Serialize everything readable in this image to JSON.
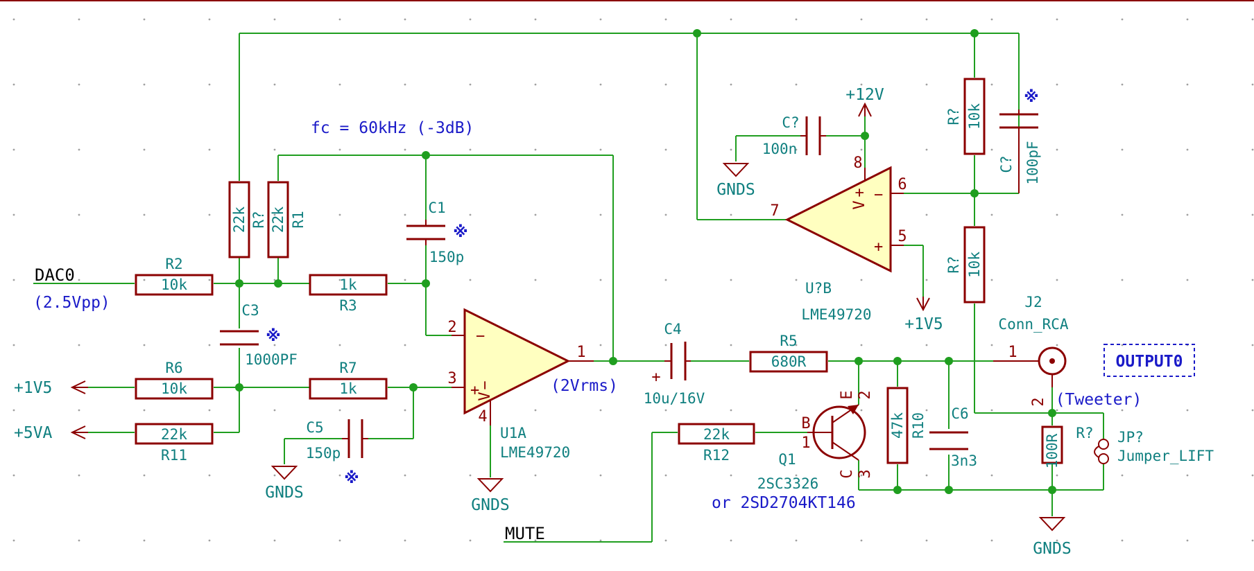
{
  "schematic": {
    "nets": {
      "dac": "DAC0",
      "mute": "MUTE"
    },
    "power": {
      "v1v5_left": "+1V5",
      "v5va": "+5VA",
      "v12": "+12V",
      "v1v5_right": "+1V5",
      "gnds_c5": "GNDS",
      "gnds_u1": "GNDS",
      "gnds_cbyp": "GNDS",
      "gnds_out": "GNDS"
    },
    "notes": {
      "fc": "fc = 60kHz (-3dB)",
      "dac_level": "(2.5Vpp)",
      "out_level": "(2Vrms)",
      "tweeter": "(Tweeter)",
      "alt_part": "or 2SD2704KT146",
      "mark": "※"
    },
    "hier_label": "OUTPUT0",
    "resistors": {
      "r2": {
        "ref": "R2",
        "val": "10k"
      },
      "r3": {
        "ref": "R3",
        "val": "1k"
      },
      "r6": {
        "ref": "R6",
        "val": "10k"
      },
      "r7": {
        "ref": "R7",
        "val": "1k"
      },
      "r11": {
        "ref": "R11",
        "val": "22k"
      },
      "r_a": {
        "ref": "",
        "val": "22k"
      },
      "r1": {
        "ref": "R1",
        "ref2": "R?",
        "val": "22k"
      },
      "r5": {
        "ref": "R5",
        "val": "680R"
      },
      "r12": {
        "ref": "R12",
        "val": "22k"
      },
      "r10": {
        "ref": "R10",
        "val": "47k"
      },
      "rtop": {
        "ref": "R?",
        "val": "10k"
      },
      "rmid": {
        "ref": "R?",
        "val": "10k"
      },
      "rout": {
        "ref": "R?",
        "val": "100R"
      }
    },
    "capacitors": {
      "c1": {
        "ref": "C1",
        "val": "150p"
      },
      "c3": {
        "ref": "C3",
        "val": "1000PF"
      },
      "c5": {
        "ref": "C5",
        "val": "150p"
      },
      "c4": {
        "ref": "C4",
        "val": "10u/16V"
      },
      "c6": {
        "ref": "C6",
        "val": "3n3"
      },
      "cbyp": {
        "ref": "C?",
        "val": "100n"
      },
      "cfb": {
        "ref": "C?",
        "val": "100pF"
      }
    },
    "opamps": {
      "u1a": {
        "ref": "U1A",
        "val": "LME49720"
      },
      "u_b": {
        "ref": "U?B",
        "val": "LME49720"
      }
    },
    "transistor": {
      "ref": "Q1",
      "val": "2SC3326"
    },
    "connector": {
      "ref": "J2",
      "val": "Conn_RCA"
    },
    "jumper": {
      "ref": "JP?",
      "val": "Jumper_LIFT"
    },
    "pins": {
      "u1_minus": "2",
      "u1_plus": "3",
      "u1_out": "1",
      "u1_v": "4",
      "ub_minus": "6",
      "ub_plus": "5",
      "ub_out": "7",
      "ub_v": "8",
      "q_b": "1",
      "q_e": "2",
      "q_c": "3",
      "q_bl": "B",
      "q_el": "E",
      "q_cl": "C",
      "j_tip": "1",
      "j_gnd": "2"
    },
    "symbols": {
      "plus": "+",
      "minus": "−",
      "v": "V",
      "polarity": "+"
    }
  }
}
